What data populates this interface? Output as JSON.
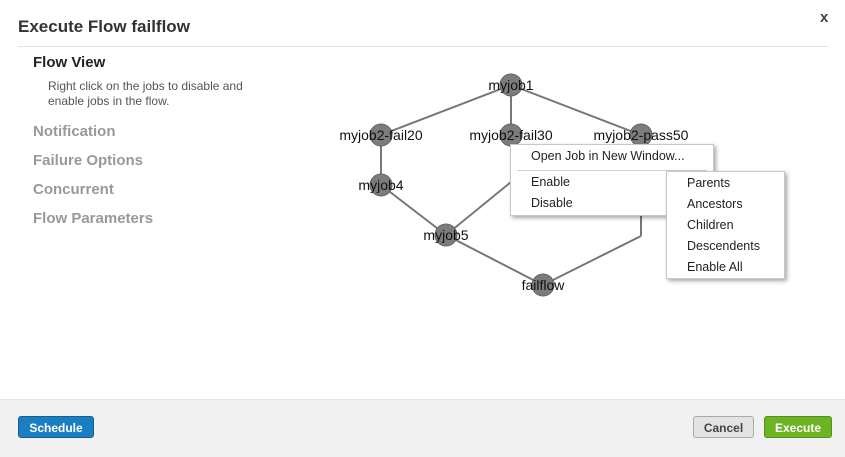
{
  "modal": {
    "title": "Execute Flow failflow",
    "close_label": "x"
  },
  "nav": {
    "items": [
      {
        "label": "Flow View",
        "active": true
      },
      {
        "label": "Notification",
        "active": false
      },
      {
        "label": "Failure Options",
        "active": false
      },
      {
        "label": "Concurrent",
        "active": false
      },
      {
        "label": "Flow Parameters",
        "active": false
      }
    ],
    "help_text": "Right click on the jobs to disable and enable jobs in the flow."
  },
  "graph": {
    "nodes": {
      "myjob1": "myjob1",
      "fail20": "myjob2-fail20",
      "fail30": "myjob2-fail30",
      "pass50": "myjob2-pass50",
      "myjob4": "myjob4",
      "myjob5": "myjob5",
      "failflow": "failflow"
    }
  },
  "context_menu": {
    "open_window": "Open Job in New Window...",
    "enable": "Enable",
    "disable": "Disable"
  },
  "submenu": {
    "items": [
      "Parents",
      "Ancestors",
      "Children",
      "Descendents",
      "Enable All"
    ]
  },
  "footer": {
    "schedule": "Schedule",
    "cancel": "Cancel",
    "execute": "Execute"
  },
  "colors": {
    "node_fill": "#7c7c7c",
    "edge": "#777777",
    "schedule_button": "#1a7fc0",
    "execute_button": "#6cb423"
  }
}
